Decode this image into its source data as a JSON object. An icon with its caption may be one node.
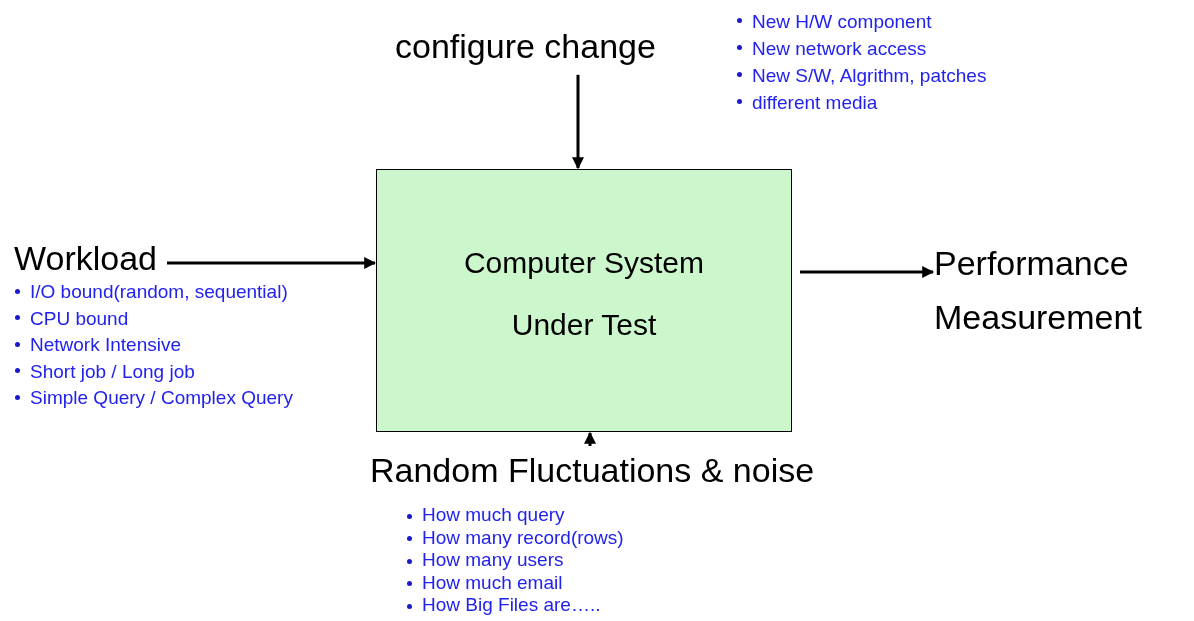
{
  "diagram": {
    "nodes": [
      {
        "text": [
          "configure change"
        ],
        "beside": [
          "New H/W component",
          "New network access",
          "New S/W, Algrithm, patches",
          "different media"
        ]
      },
      {
        "text": [
          "Workload"
        ],
        "beside": [
          "I/O bound(random, sequential)",
          "CPU bound",
          "Network Intensive",
          "Short job / Long job",
          "Simple Query / Complex Query"
        ]
      },
      {
        "text": [
          "Computer System Under Test"
        ]
      },
      {
        "text": [
          "Performance Measurement"
        ]
      },
      {
        "text": [
          "Random Fluctuations & noise"
        ],
        "beside": [
          "How much query",
          "How many record(rows)",
          "How many users",
          "How much email",
          "How Big Files are….."
        ]
      }
    ],
    "edges": [
      {
        "from": 0,
        "to": 2,
        "arrow": "to"
      },
      {
        "from": 1,
        "to": 2,
        "arrow": "to"
      },
      {
        "from": 2,
        "to": 3,
        "arrow": "to"
      },
      {
        "from": 4,
        "to": 2,
        "arrow": "to"
      }
    ]
  }
}
